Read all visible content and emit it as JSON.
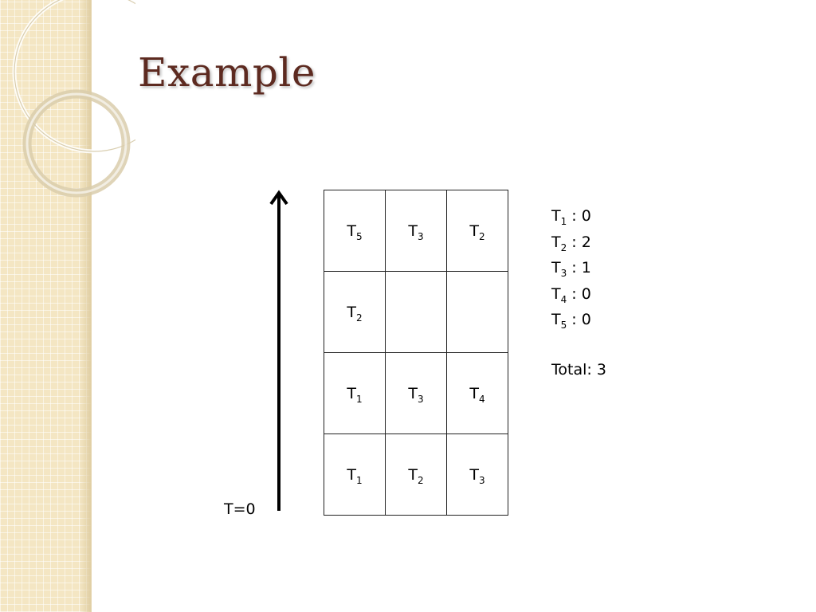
{
  "title": "Example",
  "axis": {
    "start_label": "T=0"
  },
  "grid": {
    "rows": [
      [
        {
          "base": "T",
          "sub": "5"
        },
        {
          "base": "T",
          "sub": "3"
        },
        {
          "base": "T",
          "sub": "2"
        }
      ],
      [
        {
          "base": "T",
          "sub": "2"
        },
        {
          "base": "",
          "sub": ""
        },
        {
          "base": "",
          "sub": ""
        }
      ],
      [
        {
          "base": "T",
          "sub": "1"
        },
        {
          "base": "T",
          "sub": "3"
        },
        {
          "base": "T",
          "sub": "4"
        }
      ],
      [
        {
          "base": "T",
          "sub": "1"
        },
        {
          "base": "T",
          "sub": "2"
        },
        {
          "base": "T",
          "sub": "3"
        }
      ]
    ]
  },
  "counts": [
    {
      "base": "T",
      "sub": "1",
      "value": " : 0"
    },
    {
      "base": "T",
      "sub": "2",
      "value": " : 2"
    },
    {
      "base": "T",
      "sub": "3",
      "value": " : 1"
    },
    {
      "base": "T",
      "sub": "4",
      "value": " : 0"
    },
    {
      "base": "T",
      "sub": "5",
      "value": " : 0"
    }
  ],
  "total": "Total: 3",
  "colors": {
    "title": "#5d2a20",
    "strip": "#f4e6c3"
  }
}
